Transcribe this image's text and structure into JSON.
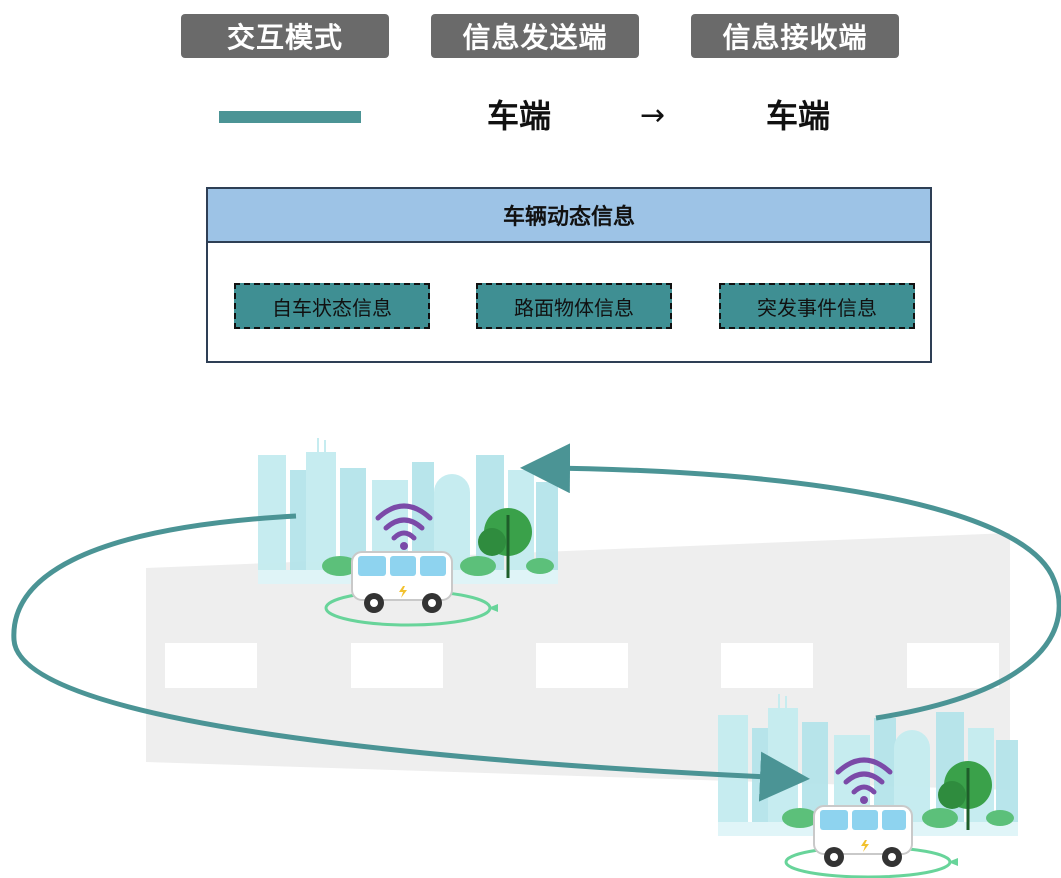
{
  "headers": {
    "mode": "交互模式",
    "sender": "信息发送端",
    "receiver": "信息接收端"
  },
  "row": {
    "sender": "车端",
    "arrow": "→",
    "receiver": "车端"
  },
  "info_box": {
    "title": "车辆动态信息",
    "items": [
      "自车状态信息",
      "路面物体信息",
      "突发事件信息"
    ]
  },
  "colors": {
    "header_bg": "#6a6a6a",
    "link_line": "#4b9495",
    "title_bar": "#9dc3e6",
    "chip": "#3f8f93",
    "road": "#eeeeee",
    "city": "#c4ecf0",
    "wifi": "#7b4aa8",
    "tree": "#3aa14a"
  },
  "icons": {
    "vehicle": "autonomous-vehicle-icon",
    "signal": "wifi-signal-icon",
    "tree": "tree-icon"
  }
}
